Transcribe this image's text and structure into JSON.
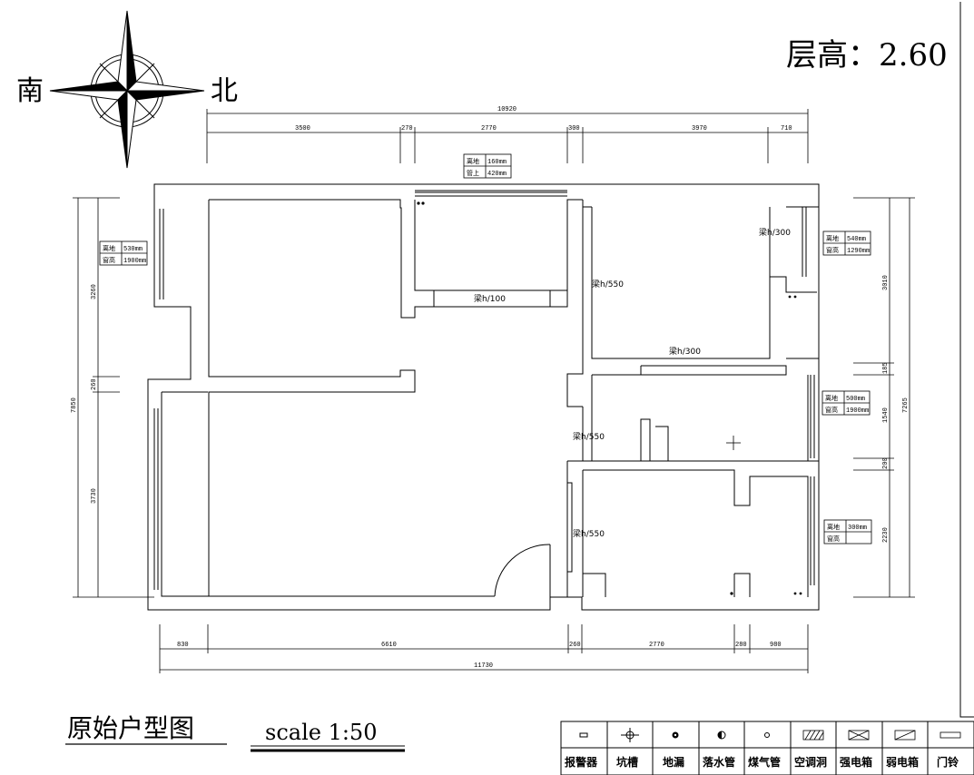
{
  "header": {
    "floor_height": "层高：2.60",
    "compass_south": "南",
    "compass_north": "北"
  },
  "footer": {
    "title": "原始户型图",
    "scale": "scale 1:50"
  },
  "dimensions": {
    "top_total": "10920",
    "top_segments": [
      "3500",
      "270",
      "2770",
      "300",
      "3970",
      "710"
    ],
    "bottom_total": "11730",
    "bottom_segments": [
      "830",
      "6610",
      "260",
      "2770",
      "280",
      "980"
    ],
    "left_total": "7850",
    "left_segments": [
      "3260",
      "260",
      "3730"
    ],
    "right_total": "7265",
    "right_segments": [
      "3010",
      "185",
      "1540",
      "200",
      "2230"
    ]
  },
  "beams": {
    "b1": "梁h/100",
    "b2": "梁h/550",
    "b3": "梁h/300",
    "b4": "梁h/300",
    "b5": "梁h/550",
    "b6": "梁h/550"
  },
  "info_boxes": [
    {
      "r1k": "离地",
      "r1v": "160mm",
      "r2k": "管上",
      "r2v": "420mm"
    },
    {
      "r1k": "离地",
      "r1v": "530mm",
      "r2k": "窗高",
      "r2v": "1900mm"
    },
    {
      "r1k": "离地",
      "r1v": "540mm",
      "r2k": "窗高",
      "r2v": "1290mm"
    },
    {
      "r1k": "离地",
      "r1v": "500mm",
      "r2k": "窗高",
      "r2v": "1900mm"
    },
    {
      "r1k": "离地",
      "r1v": "300mm",
      "r2k": "窗高",
      "r2v": ""
    }
  ],
  "legend": {
    "items": [
      "报警器",
      "坑槽",
      "地漏",
      "落水管",
      "煤气管",
      "空调洞",
      "强电箱",
      "弱电箱",
      "门铃"
    ],
    "icons": [
      "alarm-icon",
      "pit-icon",
      "floor-drain-icon",
      "downpipe-icon",
      "gas-pipe-icon",
      "ac-hole-icon",
      "power-box-icon",
      "network-box-icon",
      "doorbell-icon"
    ]
  }
}
